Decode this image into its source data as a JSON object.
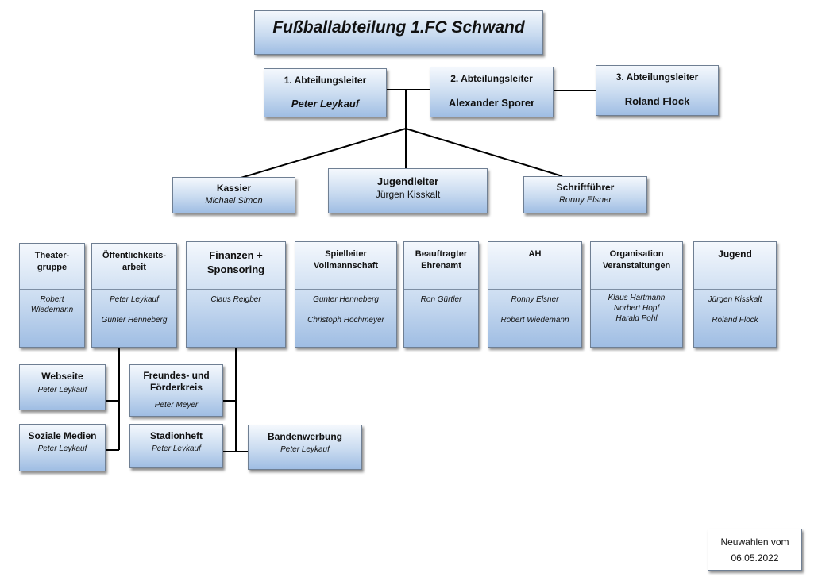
{
  "title": "Fußballabteilung 1.FC Schwand",
  "leaders": [
    {
      "role": "1. Abteilungsleiter",
      "name": "Peter Leykauf"
    },
    {
      "role": "2. Abteilungsleiter",
      "name": "Alexander Sporer"
    },
    {
      "role": "3. Abteilungsleiter",
      "name": "Roland Flock"
    }
  ],
  "officers": [
    {
      "role": "Kassier",
      "name": "Michael Simon"
    },
    {
      "role": "Jugendleiter",
      "name": "Jürgen Kisskalt"
    },
    {
      "role": "Schriftführer",
      "name": "Ronny Elsner"
    }
  ],
  "groups": [
    {
      "title": "Theater-\ngruppe",
      "names": "Robert\nWiedemann"
    },
    {
      "title": "Öffentlichkeits-\narbeit",
      "names": "Peter Leykauf\n\nGunter Henneberg"
    },
    {
      "title": "Finanzen +\nSponsoring",
      "names": "Claus Reigber"
    },
    {
      "title": "Spielleiter\nVollmannschaft",
      "names": "Gunter Henneberg\n\nChristoph Hochmeyer"
    },
    {
      "title": "Beauftragter\nEhrenamt",
      "names": "Ron Gürtler"
    },
    {
      "title": "AH",
      "names": "Ronny Elsner\n\nRobert Wiedemann"
    },
    {
      "title": "Organisation\nVeranstaltungen",
      "names": "Klaus Hartmann\nNorbert Hopf\nHarald Pohl"
    },
    {
      "title": "Jugend",
      "names": "Jürgen Kisskalt\n\nRoland Flock"
    }
  ],
  "subgroups": [
    {
      "title": "Webseite",
      "name": "Peter Leykauf"
    },
    {
      "title": "Soziale Medien",
      "name": "Peter Leykauf"
    },
    {
      "title": "Freundes- und\nFörderkreis",
      "name": "Peter Meyer"
    },
    {
      "title": "Stadionheft",
      "name": "Peter Leykauf"
    },
    {
      "title": "Bandenwerbung",
      "name": "Peter Leykauf"
    }
  ],
  "footer": {
    "line1": "Neuwahlen vom",
    "line2": "06.05.2022"
  }
}
